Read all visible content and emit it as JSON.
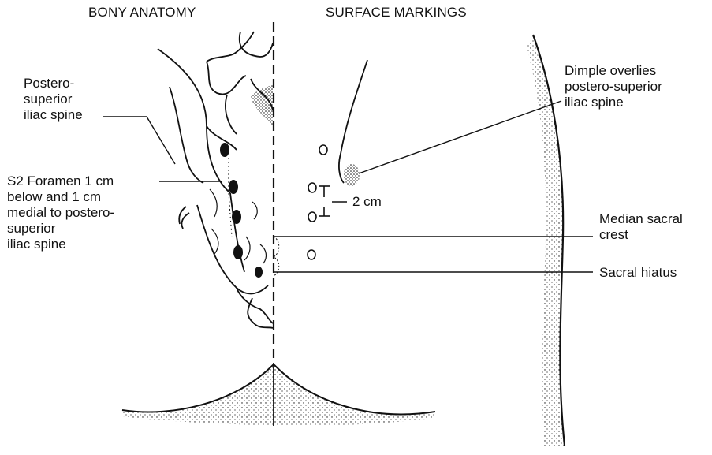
{
  "headers": {
    "bony": "BONY ANATOMY",
    "surface": "SURFACE MARKINGS"
  },
  "labels": {
    "psis_left": "Postero-\nsuperior\niliac spine",
    "s2_foramen": "S2 Foramen 1 cm\nbelow and 1 cm\nmedial to postero-\nsuperior\niliac spine",
    "dimple": "Dimple overlies\npostero-superior\niliac spine",
    "distance": "2 cm",
    "median_crest": "Median sacral\ncrest",
    "sacral_hiatus": "Sacral hiatus"
  },
  "colors": {
    "ink": "#111111",
    "background": "#ffffff"
  }
}
